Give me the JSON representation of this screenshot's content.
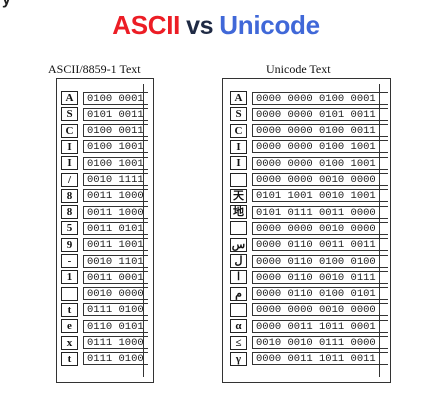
{
  "partial_top_text": "y",
  "title": {
    "ascii": "ASCII",
    "vs": "vs",
    "unicode": "Unicode"
  },
  "ascii_panel": {
    "heading": "ASCII/8859-1 Text",
    "rows": [
      {
        "char": "A",
        "bits": "0100 0001"
      },
      {
        "char": "S",
        "bits": "0101 0011"
      },
      {
        "char": "C",
        "bits": "0100 0011"
      },
      {
        "char": "I",
        "bits": "0100 1001"
      },
      {
        "char": "I",
        "bits": "0100 1001"
      },
      {
        "char": "/",
        "bits": "0010 1111"
      },
      {
        "char": "8",
        "bits": "0011 1000"
      },
      {
        "char": "8",
        "bits": "0011 1000"
      },
      {
        "char": "5",
        "bits": "0011 0101"
      },
      {
        "char": "9",
        "bits": "0011 1001"
      },
      {
        "char": "-",
        "bits": "0010 1101"
      },
      {
        "char": "1",
        "bits": "0011 0001"
      },
      {
        "char": "",
        "bits": "0010 0000"
      },
      {
        "char": "t",
        "bits": "0111 0100"
      },
      {
        "char": "e",
        "bits": "0110 0101"
      },
      {
        "char": "x",
        "bits": "0111 1000"
      },
      {
        "char": "t",
        "bits": "0111 0100"
      }
    ]
  },
  "unicode_panel": {
    "heading": "Unicode Text",
    "rows": [
      {
        "char": "A",
        "bits": "0000 0000 0100 0001"
      },
      {
        "char": "S",
        "bits": "0000 0000 0101 0011"
      },
      {
        "char": "C",
        "bits": "0000 0000 0100 0011"
      },
      {
        "char": "I",
        "bits": "0000 0000 0100 1001"
      },
      {
        "char": "I",
        "bits": "0000 0000 0100 1001"
      },
      {
        "char": "",
        "bits": "0000 0000 0010 0000"
      },
      {
        "char": "天",
        "bits": "0101 1001 0010 1001"
      },
      {
        "char": "地",
        "bits": "0101 0111 0011 0000"
      },
      {
        "char": "",
        "bits": "0000 0000 0010 0000"
      },
      {
        "char": "س",
        "bits": "0000 0110 0011 0011"
      },
      {
        "char": "ل",
        "bits": "0000 0110 0100 0100"
      },
      {
        "char": "ا",
        "bits": "0000 0110 0010 0111"
      },
      {
        "char": "م",
        "bits": "0000 0110 0100 0101"
      },
      {
        "char": "",
        "bits": "0000 0000 0010 0000"
      },
      {
        "char": "α",
        "bits": "0000 0011 1011 0001"
      },
      {
        "char": "≤",
        "bits": "0010 0010 0111 0000"
      },
      {
        "char": "γ",
        "bits": "0000 0011 1011 0011"
      }
    ]
  }
}
